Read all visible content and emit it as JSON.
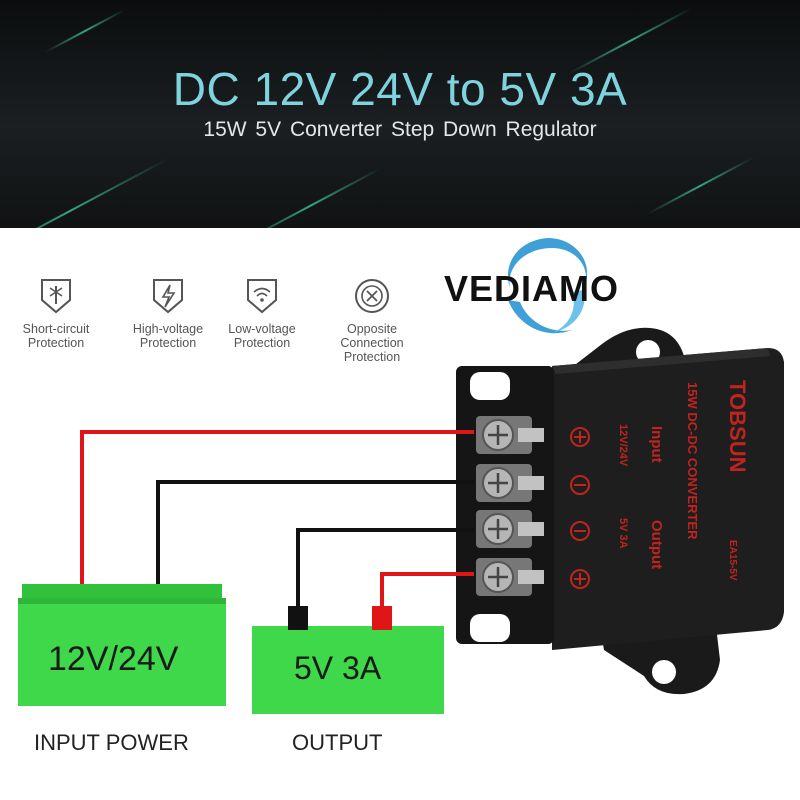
{
  "header": {
    "title": "DC 12V 24V to 5V 3A",
    "subtitle": "15W 5V  Converter Step Down Regulator"
  },
  "features": [
    {
      "label": "Short-circuit Protection",
      "icon": "short-circuit-icon"
    },
    {
      "label": "High-voltage Protection",
      "icon": "high-voltage-icon"
    },
    {
      "label": "Low-voltage Protection",
      "icon": "low-voltage-icon"
    },
    {
      "label": "Opposite Connection Protection",
      "icon": "opposite-connection-icon"
    }
  ],
  "brand": {
    "name": "VEDIAMO",
    "logo_color": "#3fa0d8"
  },
  "converter": {
    "maker": "TOBSUN",
    "line1": "15W DC-DC CONVERTER",
    "model": "EA15-5V",
    "input_label": "Input",
    "input_spec": "12V/24V",
    "output_label": "Output",
    "output_spec": "5V  3A",
    "body_color": "#1c1c1c",
    "print_color": "#c0241f"
  },
  "input_battery": {
    "label": "12V/24V",
    "caption": "INPUT POWER",
    "color": "#3fd84a"
  },
  "output_battery": {
    "label": "5V 3A",
    "caption": "OUTPUT",
    "color": "#3fd84a"
  },
  "wires": {
    "positive_color": "#e01515",
    "negative_color": "#111111"
  }
}
